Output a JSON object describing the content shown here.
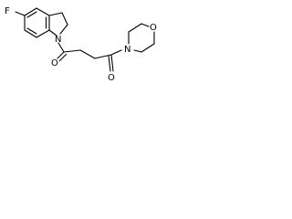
{
  "atoms": {
    "fluorine": "F",
    "indoline_nitrogen": "N",
    "amide_oxygen_1": "O",
    "amide_oxygen_2": "O",
    "morpholine_nitrogen": "N",
    "morpholine_oxygen": "O"
  },
  "colors": {
    "bond": "#000000",
    "label": "#000000",
    "background": "#ffffff"
  }
}
